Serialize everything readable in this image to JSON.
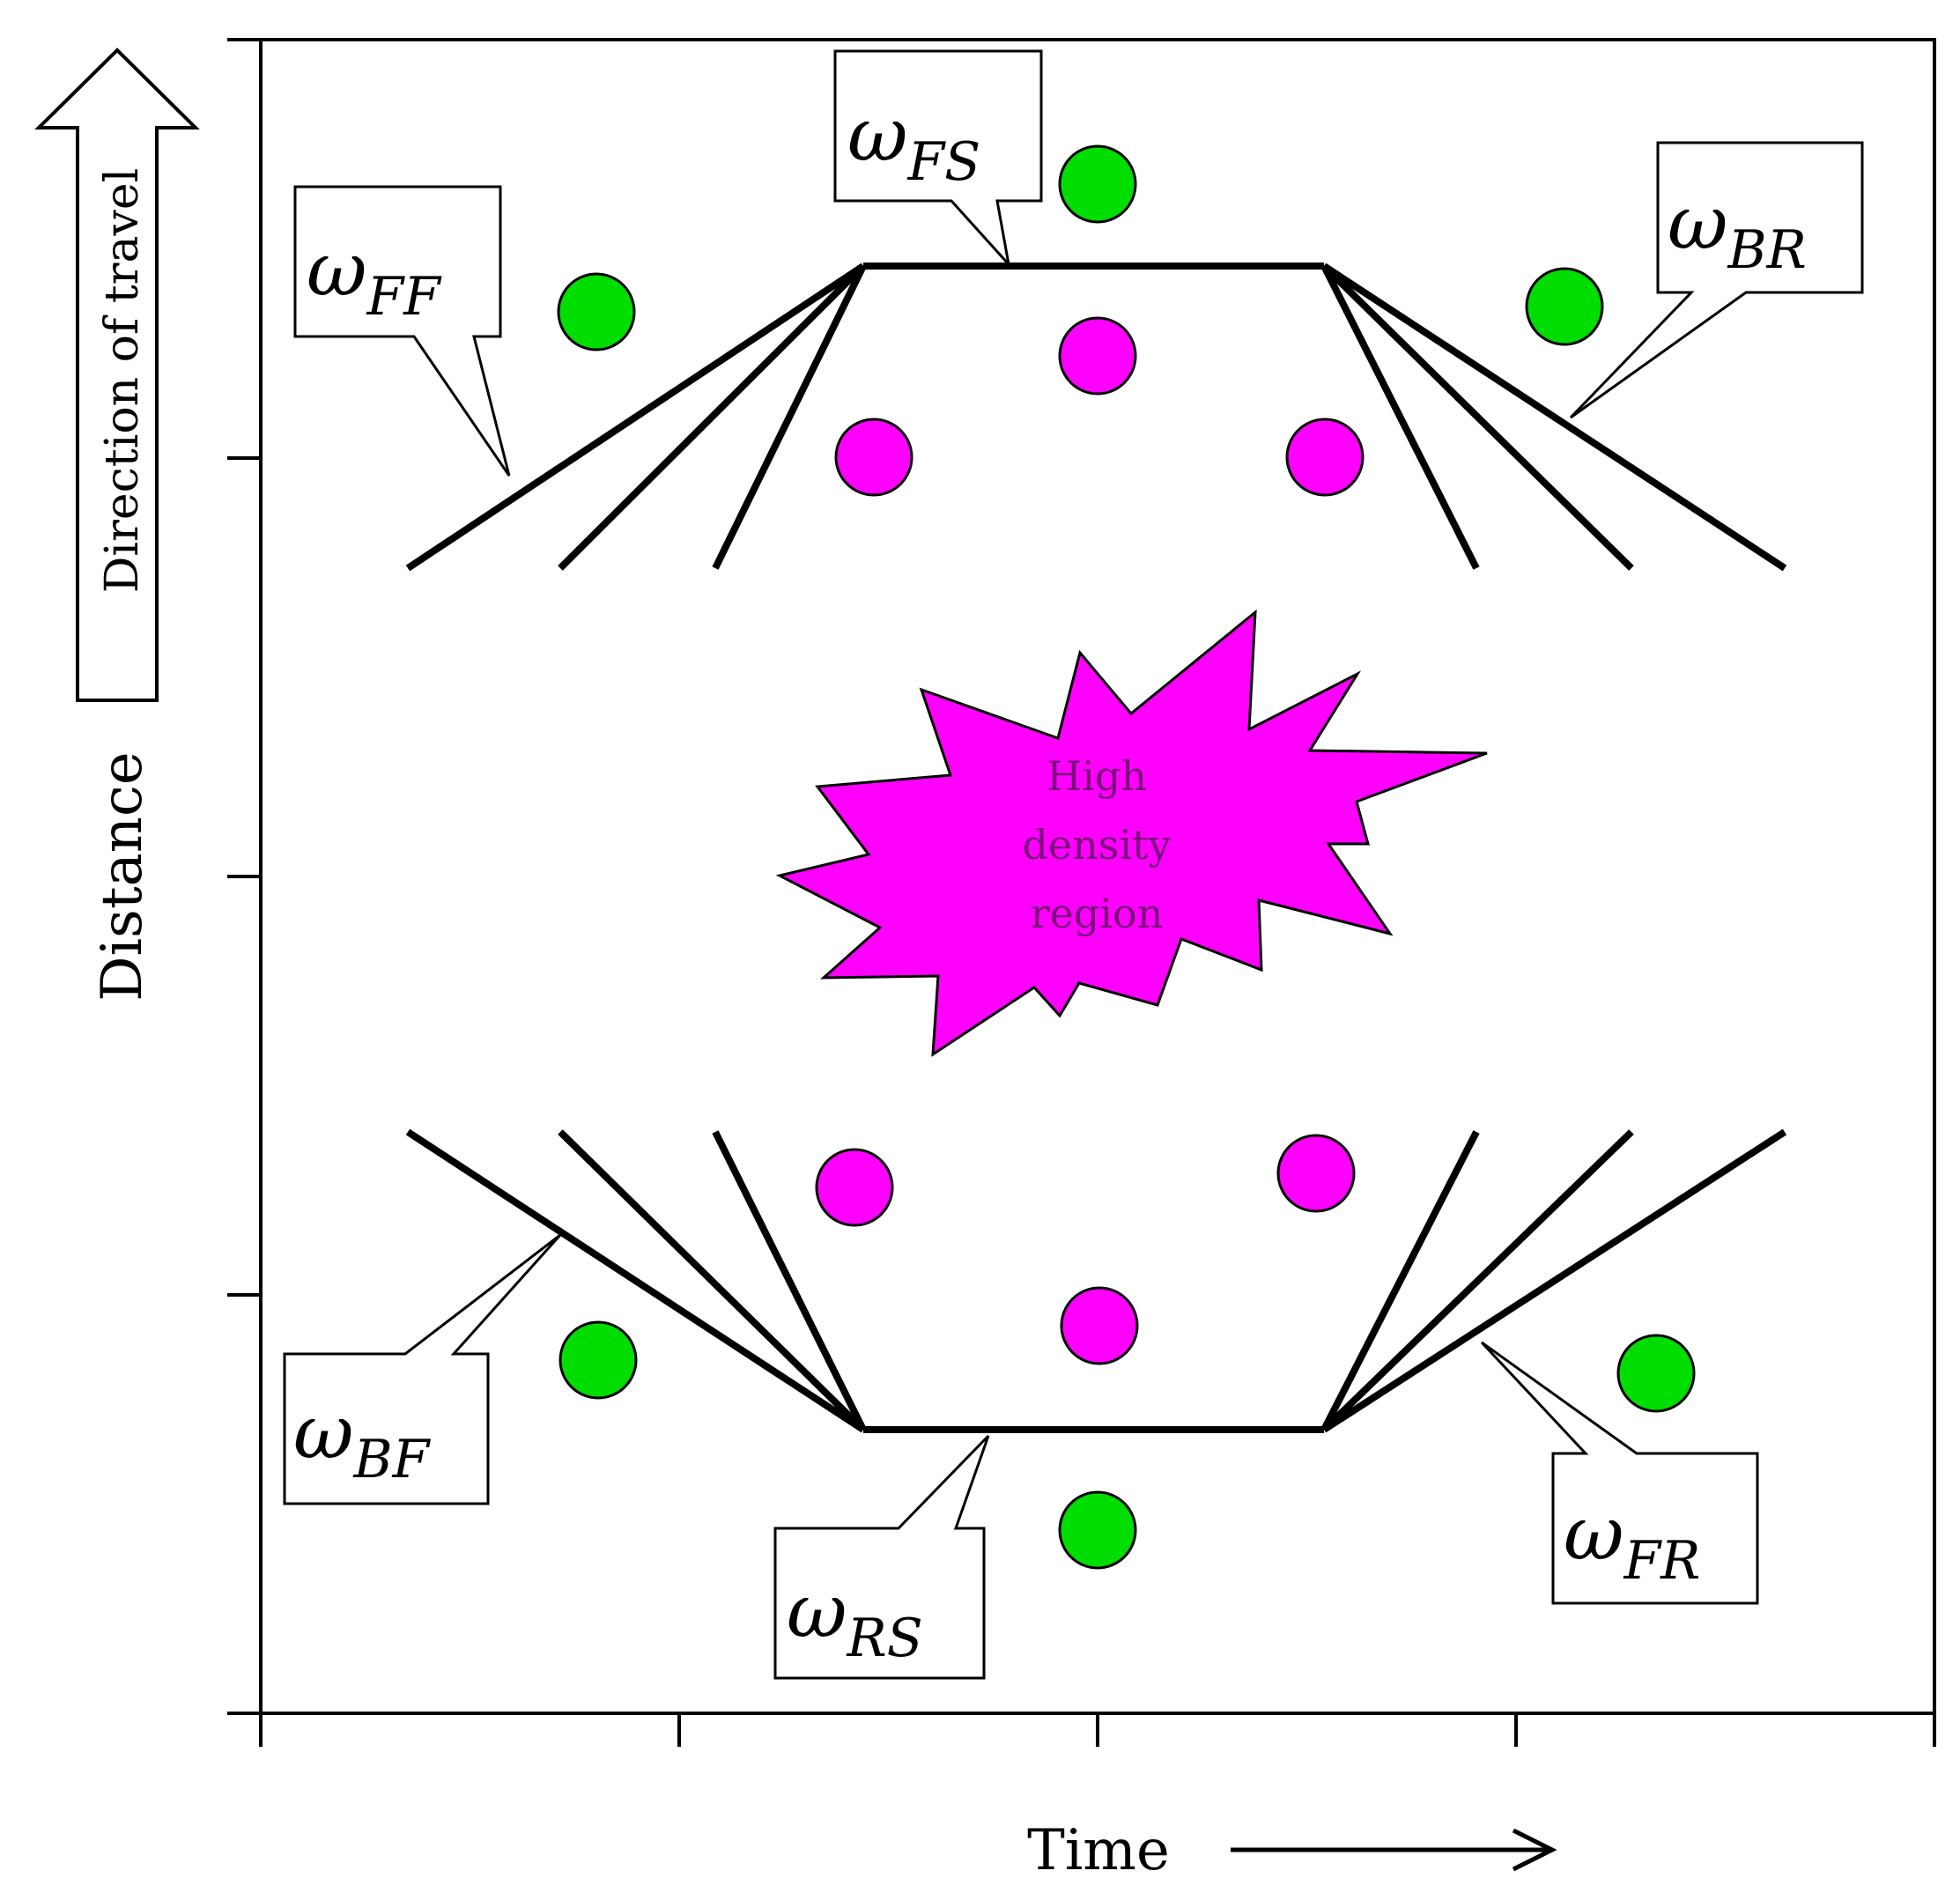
{
  "axes": {
    "x_label": "Time",
    "y_label": "Distance",
    "direction_label": "Direction of travel"
  },
  "center_label": {
    "lines": [
      "High",
      "density",
      "region"
    ]
  },
  "callouts": [
    {
      "id": "ff",
      "symbol": "ω",
      "subscript": "FF"
    },
    {
      "id": "fs",
      "symbol": "ω",
      "subscript": "FS"
    },
    {
      "id": "br",
      "symbol": "ω",
      "subscript": "BR"
    },
    {
      "id": "bf",
      "symbol": "ω",
      "subscript": "BF"
    },
    {
      "id": "rs",
      "symbol": "ω",
      "subscript": "RS"
    },
    {
      "id": "fr",
      "symbol": "ω",
      "subscript": "FR"
    }
  ],
  "colors": {
    "green": "#00dd00",
    "magenta": "#ff00ff",
    "burst_text": "#7a0f7a",
    "line": "#000000"
  }
}
